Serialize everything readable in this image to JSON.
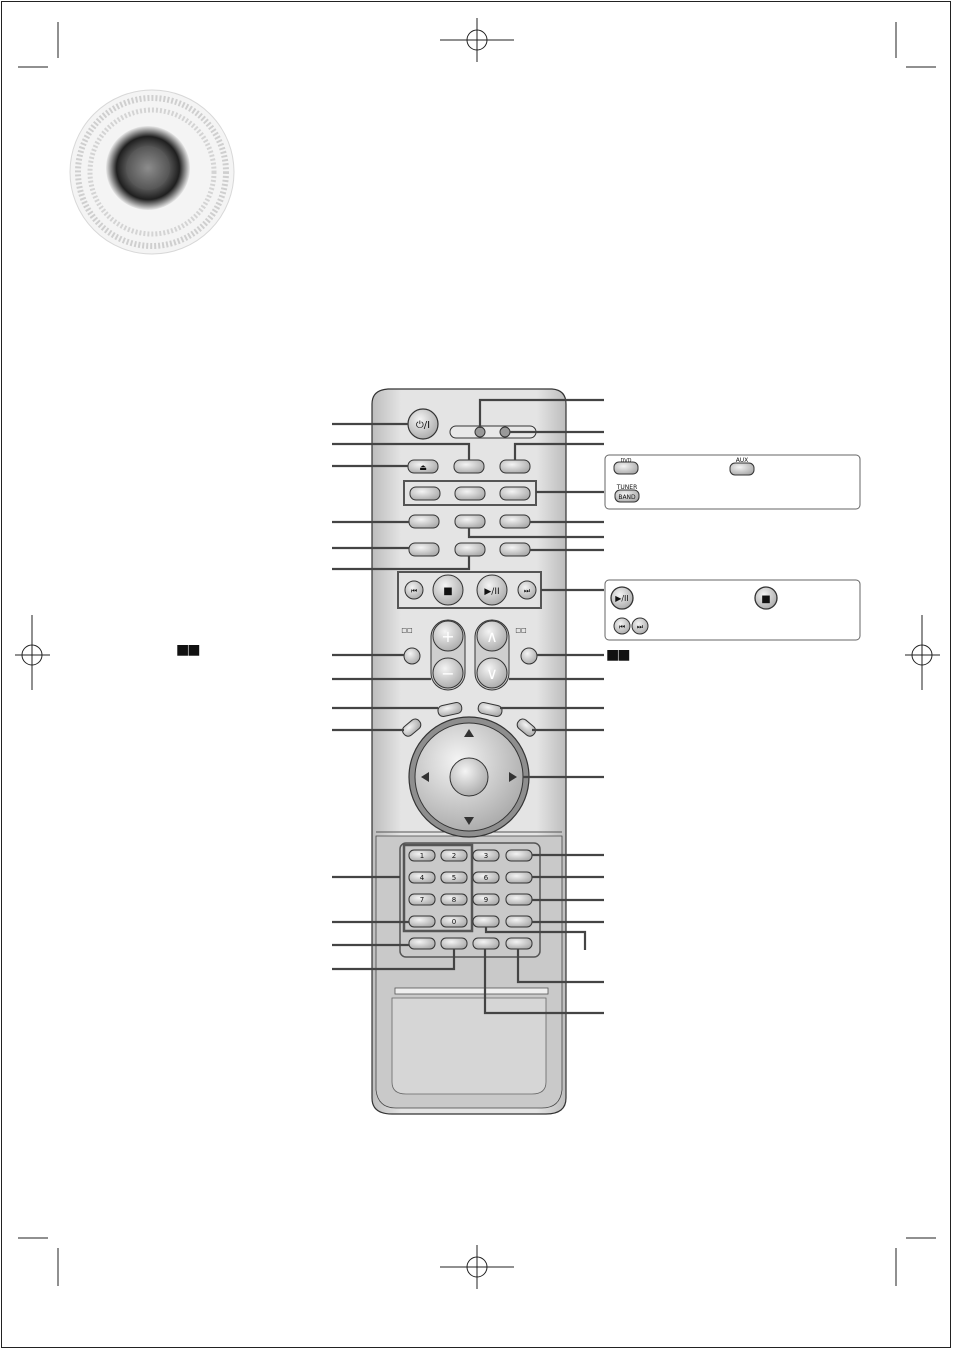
{
  "remote": {
    "power_label": "⏻/I",
    "eject_symbol": "⏏",
    "transport": {
      "prev_symbol": "⏮",
      "stop_symbol": "■",
      "play_pause_symbol": "▶/II",
      "next_symbol": "⏭"
    },
    "volume": {
      "plus": "+",
      "minus": "−"
    },
    "tuning": {
      "up": "∧",
      "down": "∨"
    },
    "dolby_mark": "□□",
    "numbers": [
      "1",
      "2",
      "3",
      "4",
      "5",
      "6",
      "7",
      "8",
      "9",
      "0"
    ]
  },
  "callouts": {
    "function_box": {
      "dvd": "DVD",
      "aux": "AUX",
      "tuner": "TUNER",
      "band": "BAND"
    },
    "transport_box": {
      "play_pause": "▶/II",
      "stop": "■",
      "skip_back": "⏮",
      "skip_fwd": "⏭"
    }
  },
  "dolby_left": "■■",
  "dolby_right": "■■",
  "colors": {
    "body": "#d6d6d6",
    "button": "#bcbcbc",
    "line": "#333333"
  }
}
